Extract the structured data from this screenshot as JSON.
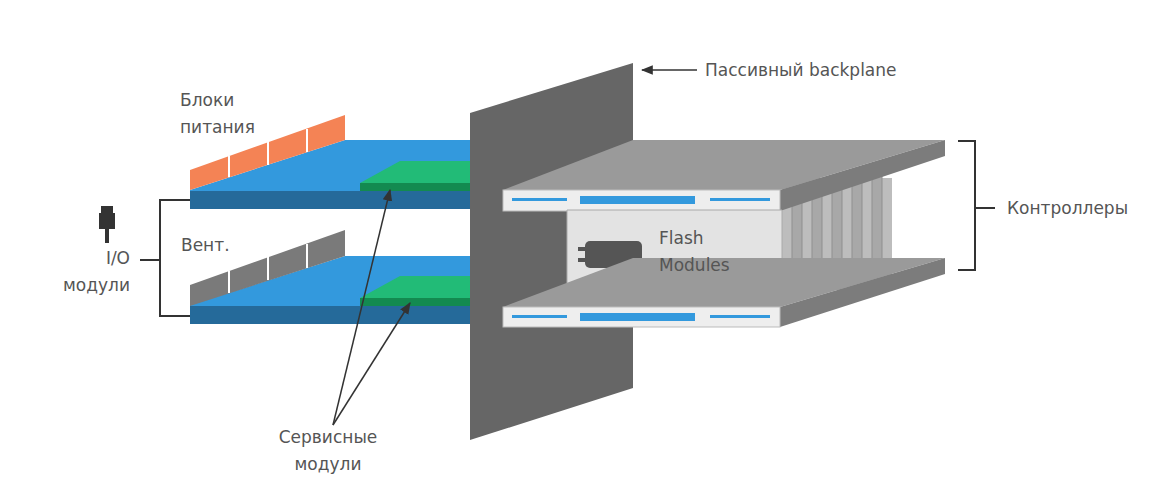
{
  "diagram": {
    "nodes": [
      {
        "text": [
          "Flash Modules"
        ]
      }
    ],
    "labels": [
      "Блоки питания",
      "I/O модули",
      "Вент.",
      "Сервисные модули",
      "Пассивный backplane",
      "Контроллеры"
    ]
  }
}
